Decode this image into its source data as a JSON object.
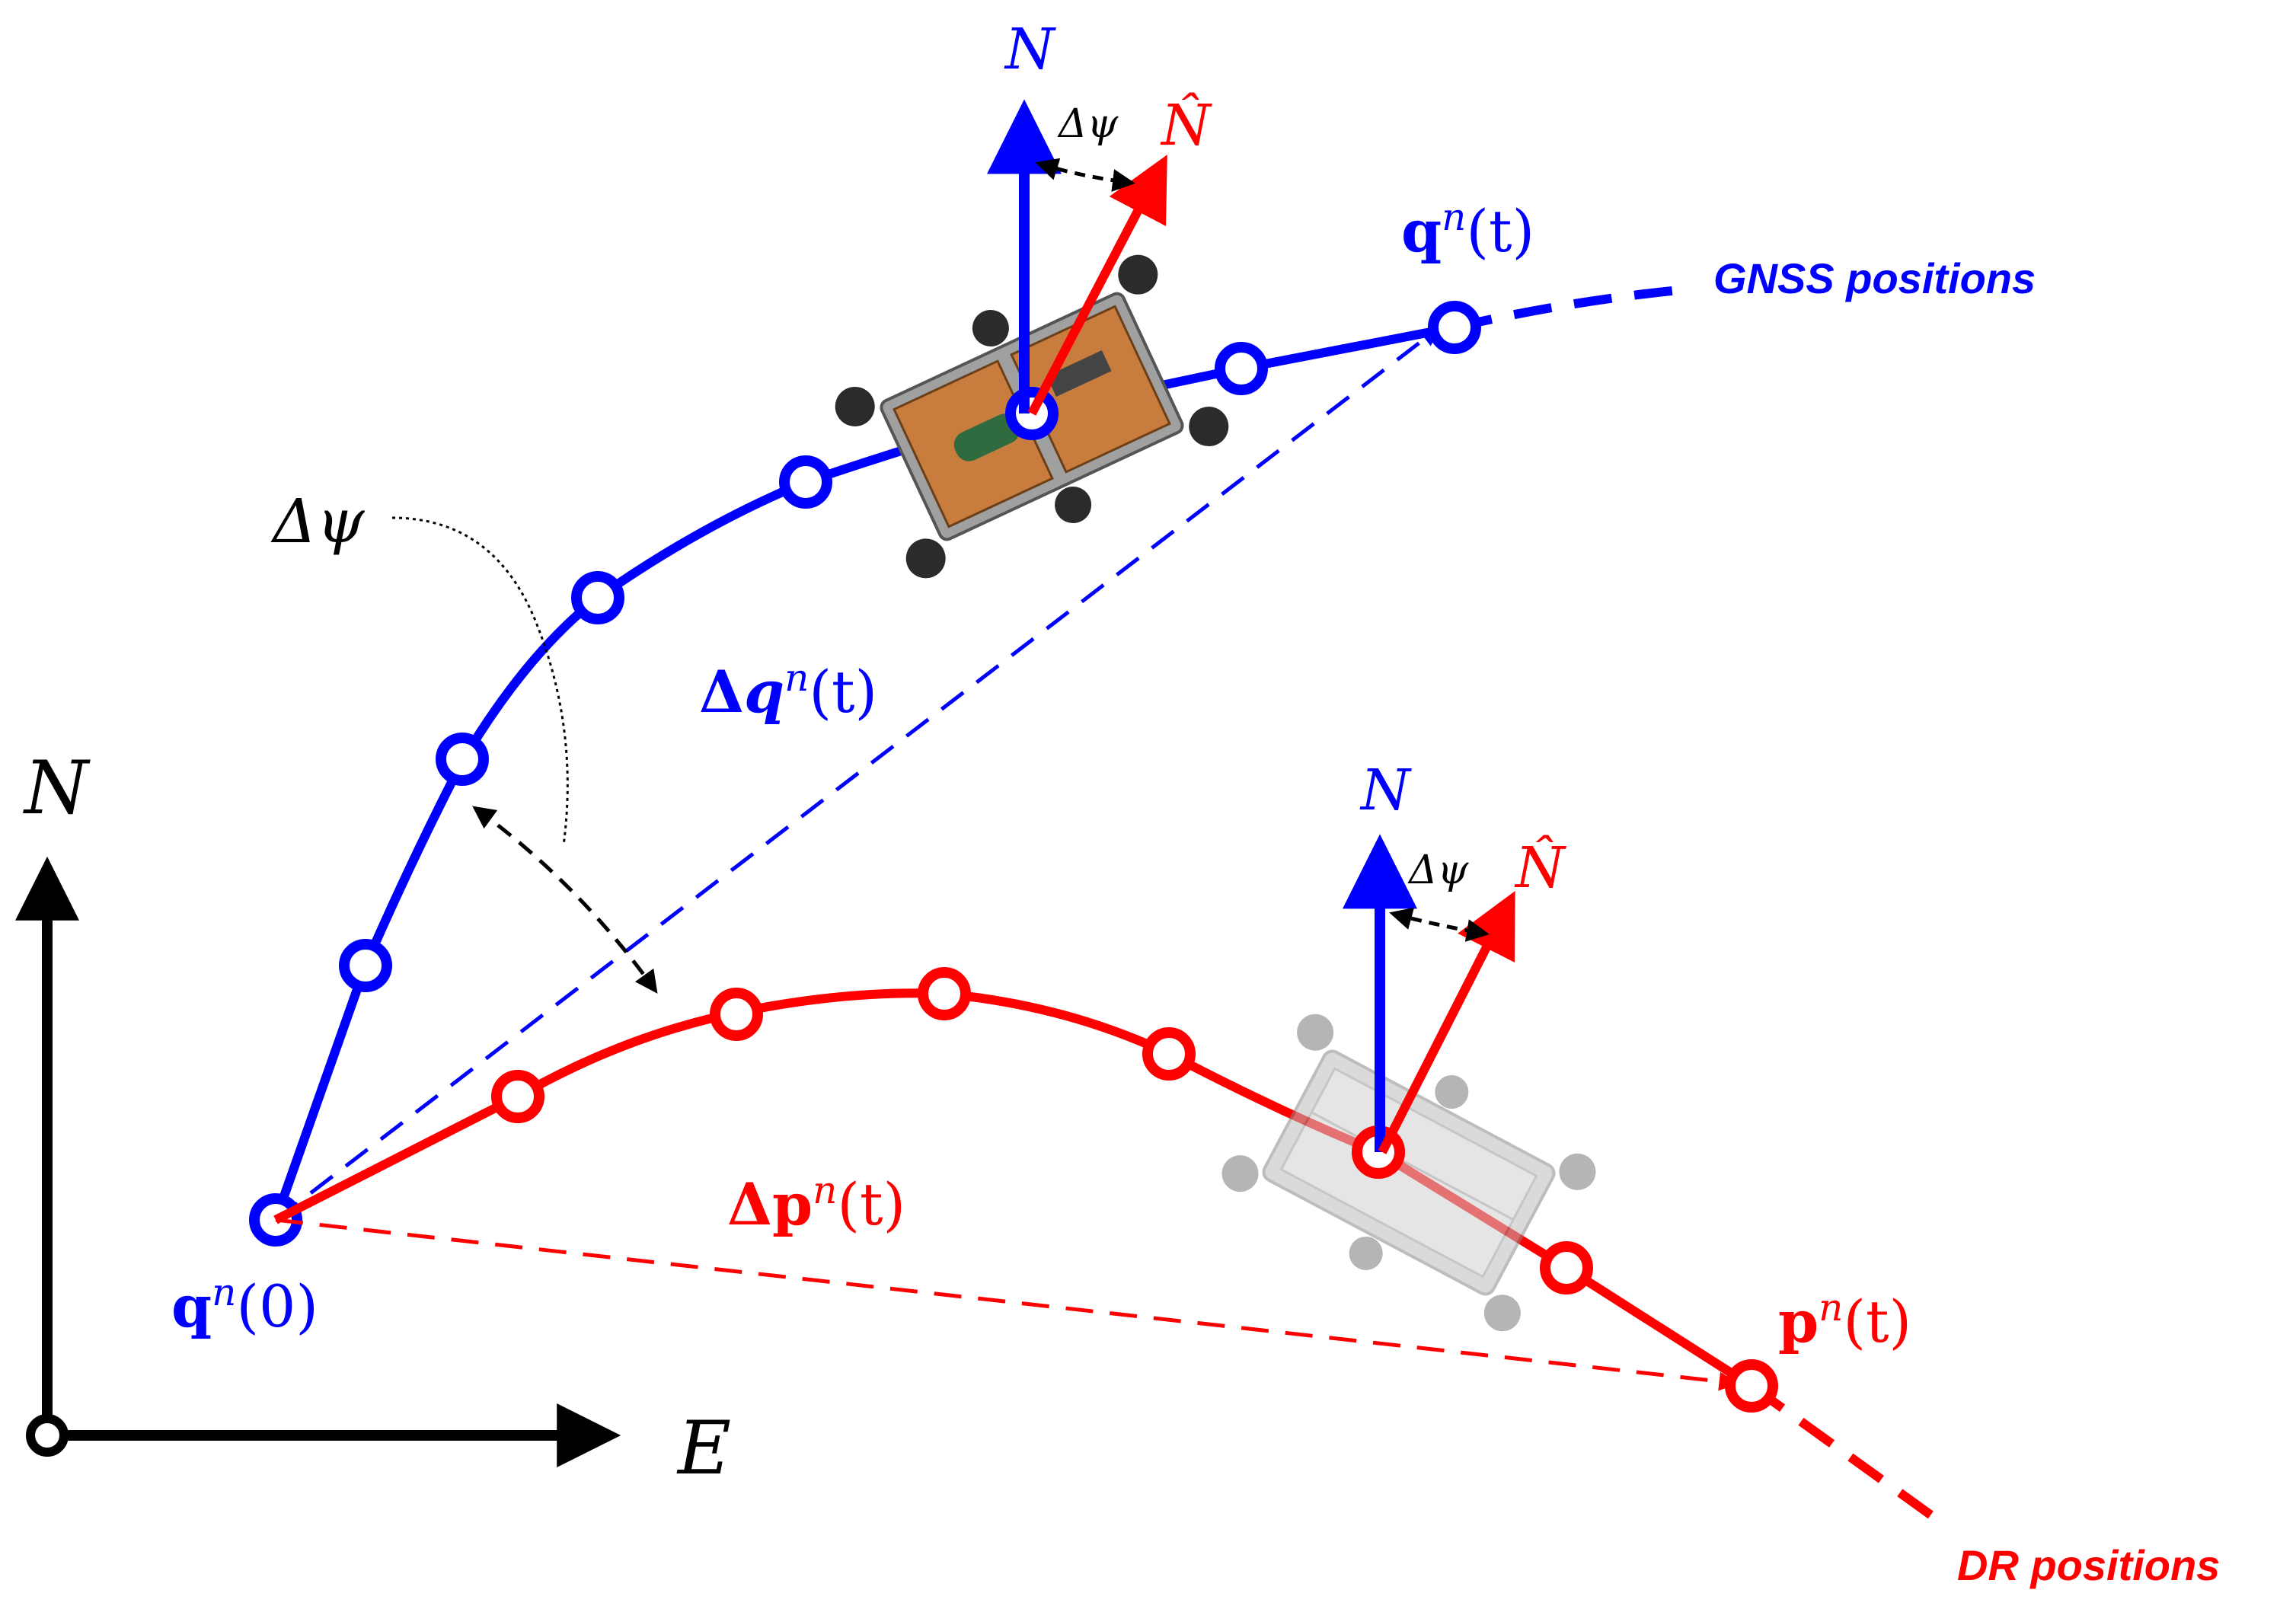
{
  "colors": {
    "gnss": "#0000ff",
    "dr": "#ff0000",
    "axes": "#000000",
    "robot_body": "#c87d3e",
    "robot_ghost": "#a8a8a8"
  },
  "axes": {
    "north_label": "N",
    "east_label": "E"
  },
  "gnss": {
    "start_label_base": "q",
    "start_label_sup": "n",
    "start_label_arg": "(0)",
    "end_label_base": "q",
    "end_label_sup": "n",
    "end_label_arg": "(t)",
    "series_label": "GNSS positions",
    "delta_label_prefix": "Δ",
    "delta_label_base": "q",
    "delta_label_sup": "n",
    "delta_label_arg": "(t)"
  },
  "dr": {
    "end_label_base": "p",
    "end_label_sup": "n",
    "end_label_arg": "(t)",
    "series_label": "DR positions",
    "delta_label_prefix": "Δ",
    "delta_label_base": "p",
    "delta_label_sup": "n",
    "delta_label_arg": "(t)"
  },
  "heading": {
    "north_label": "N",
    "north_hat_label": "N̂",
    "delta_psi_label": "Δψ"
  },
  "rotation_label": "Δψ",
  "icons": {
    "robot_top": "robot-vehicle-icon",
    "robot_bottom": "robot-vehicle-ghost-icon"
  }
}
